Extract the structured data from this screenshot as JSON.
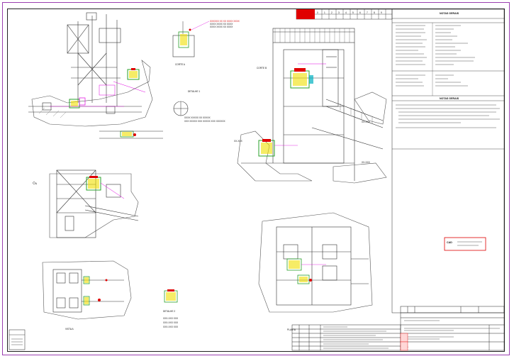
{
  "revision_header": {
    "labels": [
      "0",
      "1",
      "2",
      "3",
      "4",
      "5",
      "6",
      "7",
      "8",
      "9"
    ]
  },
  "notes": {
    "title": "NOTAS GERAIS",
    "items": [
      "1 -",
      "2 -",
      "3 -"
    ]
  },
  "title_block": {
    "sheet_number": "A-1",
    "stamp": "CAD"
  },
  "views": {
    "corte_a": "CORTE A",
    "corte_b": "CORTE B",
    "detalhe_1": "DETALHE 1",
    "detalhe_2": "DETALHE 2",
    "vista_a": "VISTA A",
    "planta": "PLANTA"
  },
  "colors": {
    "frame": "#222222",
    "border": "#9a3fb0",
    "line": "#333333",
    "accent_red": "#e00000",
    "accent_magenta": "#e000e0",
    "accent_green": "#2aa02a",
    "accent_yellow": "#f0e000",
    "accent_blue": "#1a4fd8",
    "accent_cyan": "#00b0c0"
  }
}
